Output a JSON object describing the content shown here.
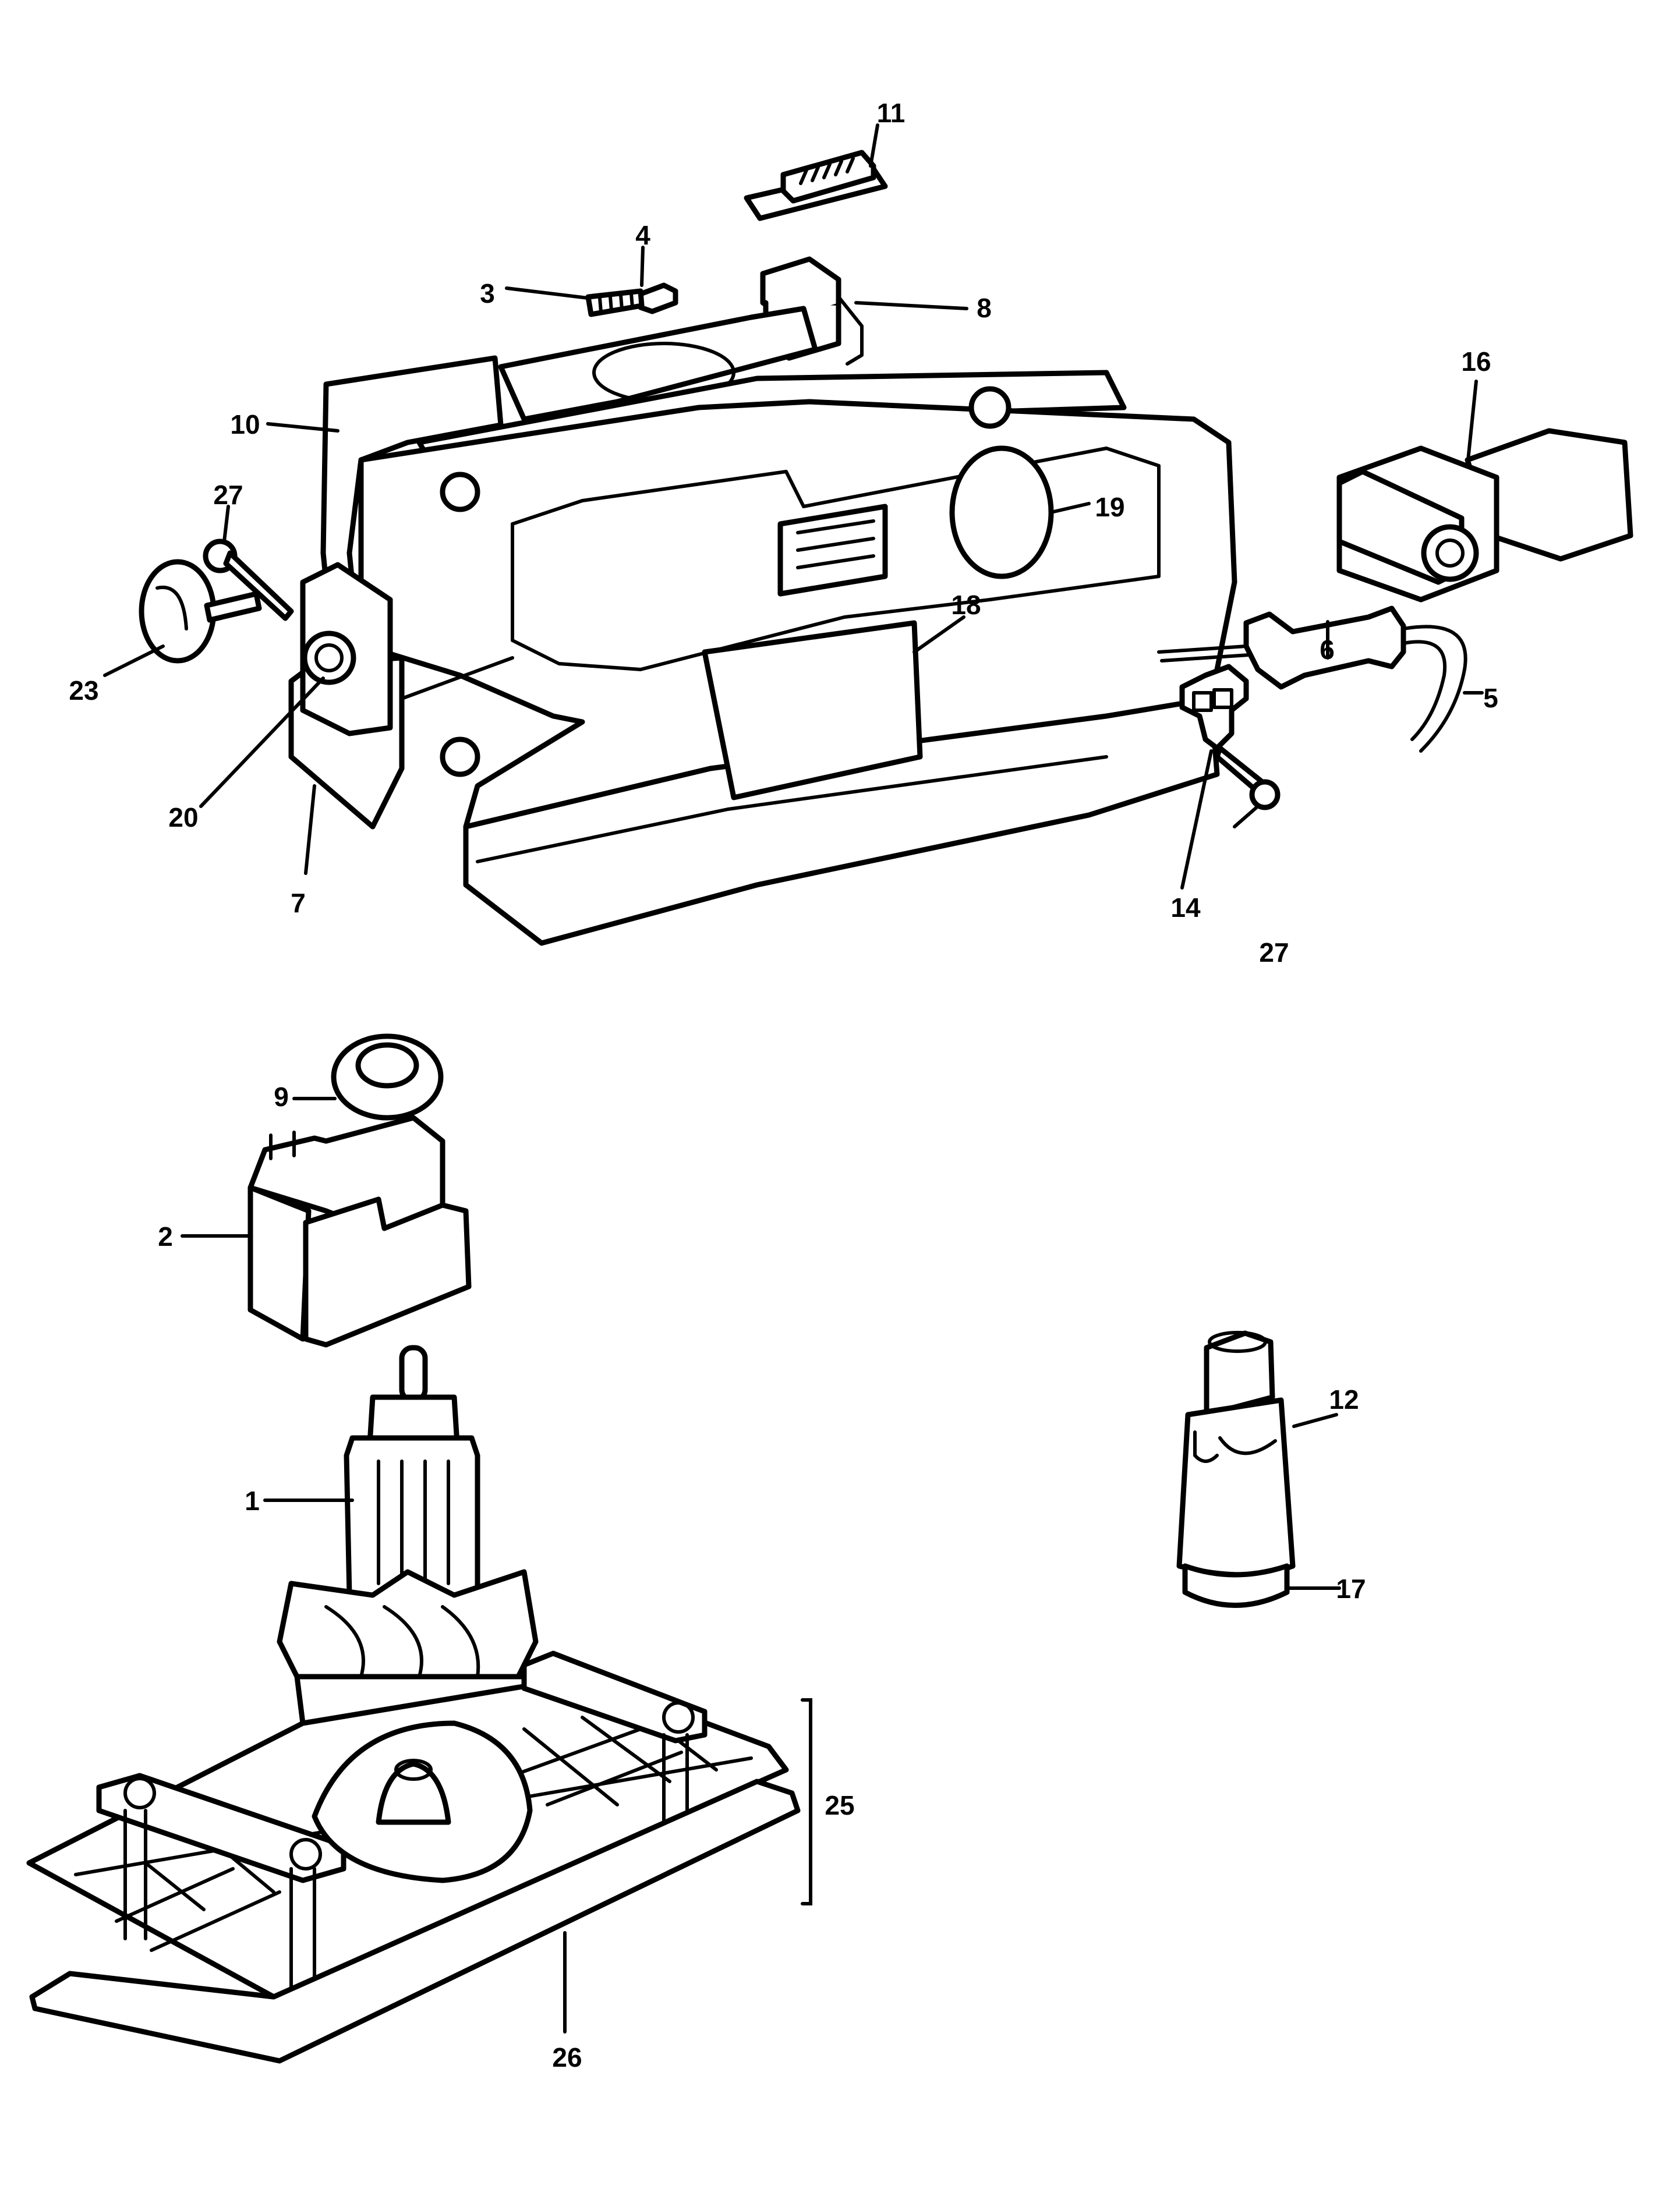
{
  "diagram": {
    "type": "exploded-parts-diagram",
    "subject": "orbital sander",
    "line_color": "#000000",
    "background_color": "#ffffff",
    "callouts": [
      {
        "id": "11",
        "label": "11",
        "part": "switch-slide-cover"
      },
      {
        "id": "4",
        "label": "4",
        "part": "brush-holder-cap"
      },
      {
        "id": "3",
        "label": "3",
        "part": "carbon-brush-spring"
      },
      {
        "id": "8",
        "label": "8",
        "part": "switch"
      },
      {
        "id": "10",
        "label": "10",
        "part": "housing-half"
      },
      {
        "id": "16",
        "label": "16",
        "part": "dust-adaptor"
      },
      {
        "id": "19",
        "label": "19",
        "part": "badge"
      },
      {
        "id": "27a",
        "label": "27",
        "part": "screw-left"
      },
      {
        "id": "18",
        "label": "18",
        "part": "nameplate"
      },
      {
        "id": "6",
        "label": "6",
        "part": "cord-guard"
      },
      {
        "id": "5",
        "label": "5",
        "part": "power-cord"
      },
      {
        "id": "23",
        "label": "23",
        "part": "speed-knob"
      },
      {
        "id": "20",
        "label": "20",
        "part": "speed-control-module"
      },
      {
        "id": "7",
        "label": "7",
        "part": "wiring-bracket"
      },
      {
        "id": "14",
        "label": "14",
        "part": "cord-clamp"
      },
      {
        "id": "27b",
        "label": "27",
        "part": "screw-right"
      },
      {
        "id": "9",
        "label": "9",
        "part": "bearing"
      },
      {
        "id": "2",
        "label": "2",
        "part": "field-stator"
      },
      {
        "id": "12",
        "label": "12",
        "part": "dust-port-adaptor"
      },
      {
        "id": "1",
        "label": "1",
        "part": "armature-fan"
      },
      {
        "id": "17",
        "label": "17",
        "part": "end-cap"
      },
      {
        "id": "25",
        "label": "25",
        "part": "base-plate-assembly"
      },
      {
        "id": "26",
        "label": "26",
        "part": "sanding-pad"
      }
    ]
  }
}
